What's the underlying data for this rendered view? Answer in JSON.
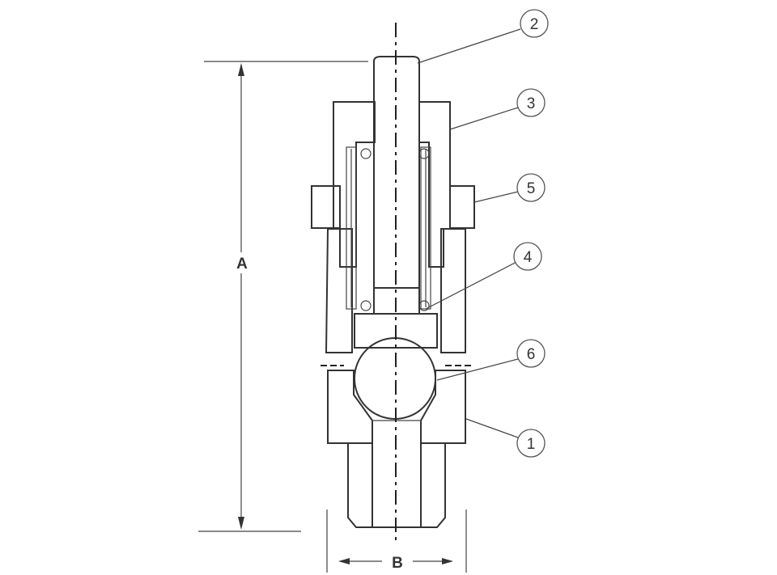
{
  "diagram": {
    "callouts": [
      {
        "id": "callout-2",
        "label": "2"
      },
      {
        "id": "callout-3",
        "label": "3"
      },
      {
        "id": "callout-5",
        "label": "5"
      },
      {
        "id": "callout-4",
        "label": "4"
      },
      {
        "id": "callout-6",
        "label": "6"
      },
      {
        "id": "callout-1",
        "label": "1"
      }
    ],
    "dimensions": {
      "height_label": "A",
      "width_label": "B"
    }
  }
}
